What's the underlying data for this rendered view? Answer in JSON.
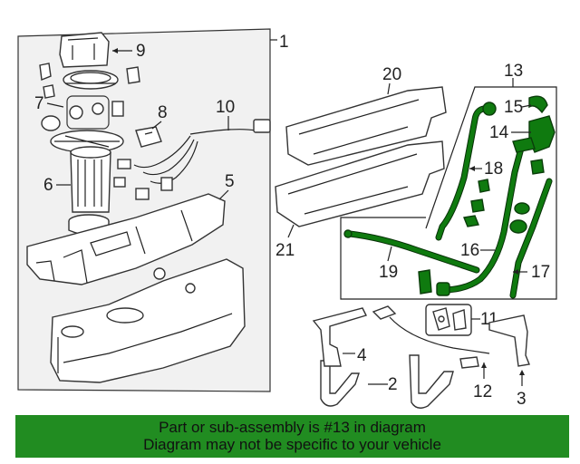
{
  "diagram": {
    "callouts": [
      "1",
      "2",
      "3",
      "4",
      "5",
      "6",
      "7",
      "8",
      "9",
      "10",
      "11",
      "12",
      "13",
      "14",
      "15",
      "16",
      "17",
      "18",
      "19",
      "20",
      "21"
    ],
    "highlight_color": "#0f7a0f",
    "banner_color": "#218c21"
  },
  "banner": {
    "line1": "Part or sub-assembly is #13 in diagram",
    "line2": "Diagram may not be specific to your vehicle"
  }
}
